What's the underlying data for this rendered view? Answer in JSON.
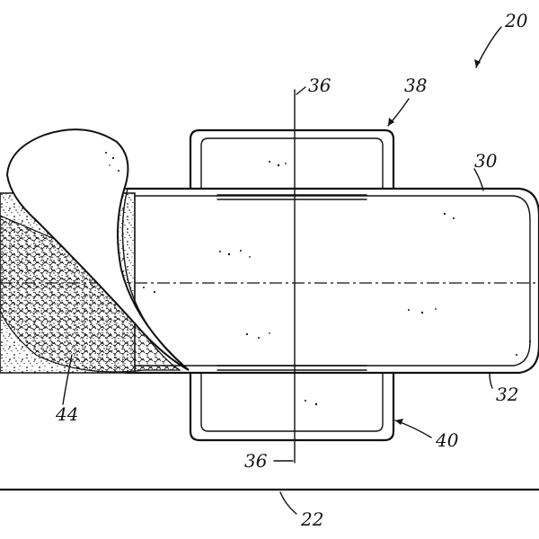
{
  "figure": {
    "labels": {
      "article": "20",
      "base_line": "22",
      "pad_top_edge": "30",
      "pad_bottom_edge": "32",
      "centerline_top": "36",
      "centerline_bottom": "36",
      "top_flap": "38",
      "bottom_flap": "40",
      "wrapper": "44"
    }
  },
  "colors": {
    "ink": "#111111",
    "paper": "#ffffff"
  }
}
